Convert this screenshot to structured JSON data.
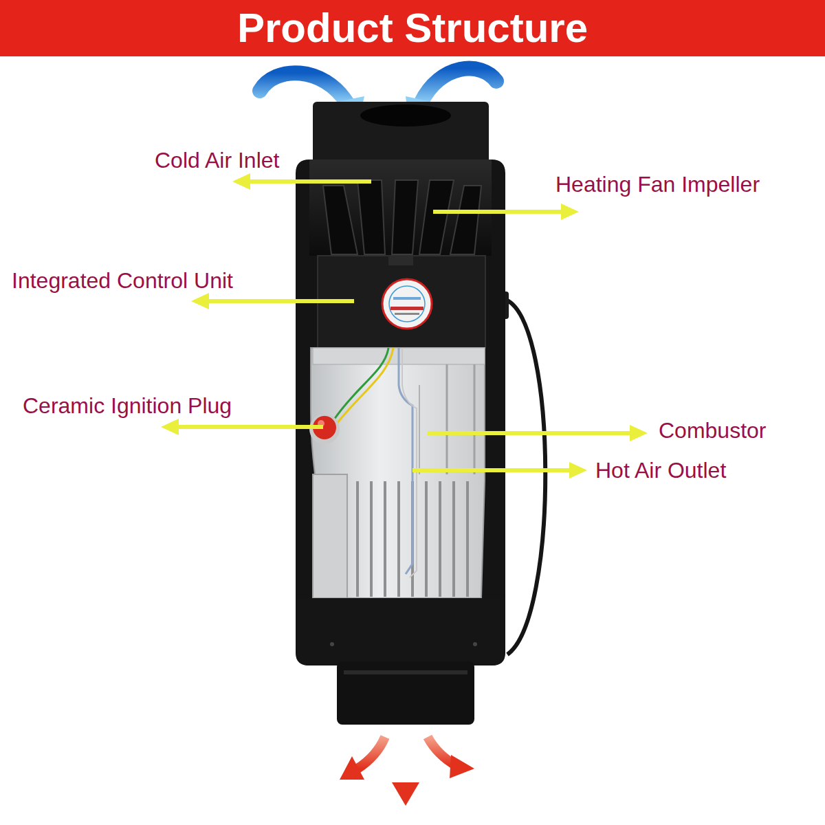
{
  "diagram": {
    "title": "Product Structure",
    "labels": [
      "Cold Air Inlet",
      "Heating Fan Impeller",
      "Integrated Control Unit",
      "Ceramic Ignition Plug",
      "Combustor",
      "Hot Air Outlet"
    ]
  }
}
